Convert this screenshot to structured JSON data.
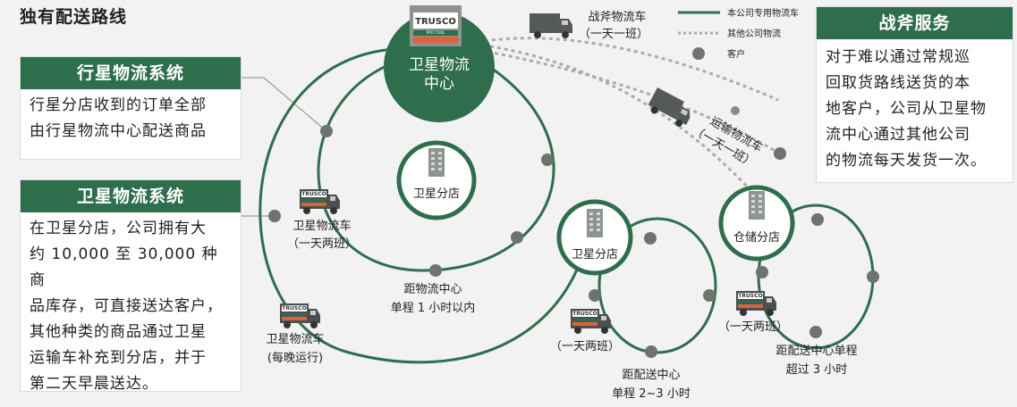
{
  "title": "独有配送路线",
  "legend": {
    "own_truck": "本公司专用物流车",
    "other_company": "其他公司物流",
    "customer": "客户"
  },
  "center": {
    "logo_text": "TRUSCO",
    "logo_sub": "PRO TOOL",
    "line1": "卫星物流",
    "line2": "中心"
  },
  "stores": {
    "xingxing_store": "卫星分店",
    "weixing_store": "卫星分店",
    "warehouse_store": "仓储分店"
  },
  "trucks": {
    "logo_text": "TRUSCO",
    "zhanfu_truck": {
      "name": "战斧物流车",
      "schedule": "（一天一班）"
    },
    "transport_truck": {
      "name": "运输物流车",
      "schedule": "（一天一班）"
    },
    "xingxing_truck": {
      "name": "卫星物流车",
      "schedule": "（一天两班）"
    },
    "weixing_truck": {
      "name": "卫星物流车",
      "schedule": "(每晚运行)"
    },
    "store_truck": {
      "schedule": "（一天两班）"
    },
    "warehouse_truck": {
      "schedule": "（一天两班）"
    }
  },
  "distances": {
    "inner": {
      "line1": "距物流中心",
      "line2": "单程 1 小时以内"
    },
    "store": {
      "line1": "距配送中心",
      "line2": "单程 2~3 小时"
    },
    "warehouse": {
      "line1": "距配送中心单程",
      "line2": "超过 3 小时"
    }
  },
  "boxes": {
    "xingxing": {
      "title": "行星物流系统",
      "lines": [
        "行星分店收到的订单全部",
        "由行星物流中心配送商品"
      ]
    },
    "weixing": {
      "title": "卫星物流系统",
      "lines": [
        "在卫星分店，公司拥有大",
        "约 10,000 至 30,000 种商",
        "品库存，可直接送达客户，",
        "其他种类的商品通过卫星",
        "运输车补充到分店，并于",
        "第二天早晨送达。"
      ]
    },
    "zhanfu": {
      "title": "战斧服务",
      "lines": [
        "对于难以通过常规巡",
        "回取货路线送货的本",
        "地客户，公司从卫星物",
        "流中心通过其他公司",
        "的物流每天发货一次。"
      ]
    }
  },
  "colors": {
    "green": "#2e6e4c",
    "dot": "#6f7370",
    "dashed": "#a9aca9",
    "background": "#f1f2f1"
  }
}
